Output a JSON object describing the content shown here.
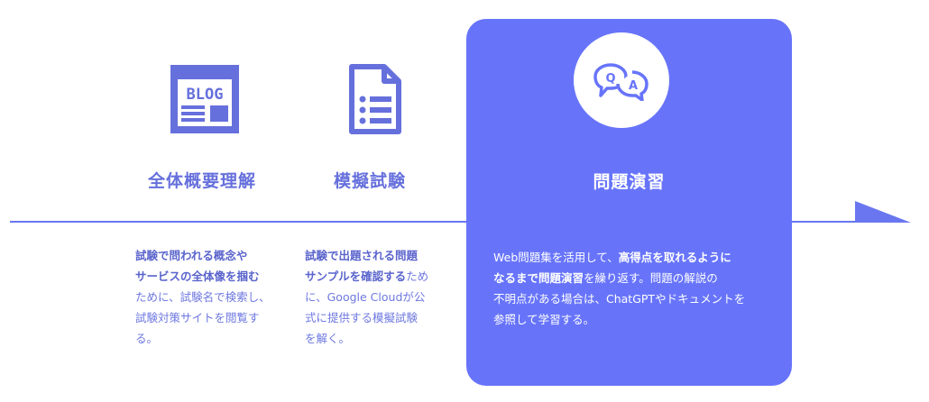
{
  "steps": [
    {
      "title": "全体概要理解",
      "icon": "blog-icon",
      "icon_text": "BLOG",
      "desc_lines": [
        [
          {
            "t": "試験で問われる概念や",
            "b": true
          }
        ],
        [
          {
            "t": "サービスの全体像を掴む",
            "b": true
          }
        ],
        [
          {
            "t": "ために、試験名で検索し、",
            "b": false
          }
        ],
        [
          {
            "t": "試験対策サイトを閲覧す",
            "b": false
          }
        ],
        [
          {
            "t": "る。",
            "b": false
          }
        ]
      ]
    },
    {
      "title": "模擬試験",
      "icon": "document-list-icon",
      "desc_lines": [
        [
          {
            "t": "試験で出題される問題",
            "b": true
          }
        ],
        [
          {
            "t": "サンプルを確認する",
            "b": true
          },
          {
            "t": "ため",
            "b": false
          }
        ],
        [
          {
            "t": "に、Google Cloudが公",
            "b": false
          }
        ],
        [
          {
            "t": "式に提供する模擬試験",
            "b": false
          }
        ],
        [
          {
            "t": "を解く。",
            "b": false
          }
        ]
      ]
    }
  ],
  "highlight": {
    "title": "問題演習",
    "icon": "qa-speech-bubbles-icon",
    "icon_q": "Q",
    "icon_a": "A",
    "desc_lines": [
      [
        {
          "t": "Web問題集を活用して、",
          "b": false
        },
        {
          "t": "高得点を取れるように",
          "b": true
        }
      ],
      [
        {
          "t": "なるまで問題演習",
          "b": true
        },
        {
          "t": "を繰り返す。問題の解説の",
          "b": false
        }
      ],
      [
        {
          "t": "不明点がある場合は、ChatGPTやドキュメントを",
          "b": false
        }
      ],
      [
        {
          "t": "参照して学習する。",
          "b": false
        }
      ]
    ]
  },
  "colors": {
    "accent": "#6774fa",
    "text": "#6e78e0",
    "card_text": "#ffffff"
  }
}
